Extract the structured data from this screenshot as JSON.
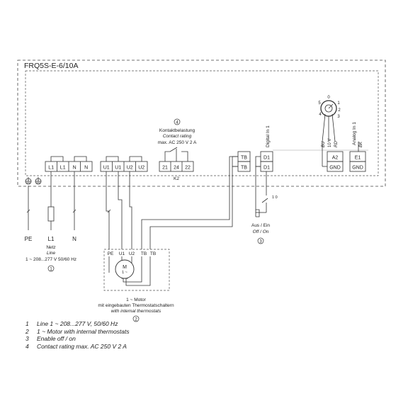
{
  "device": {
    "model": "FRQ5S-E-6/10A",
    "left_terminals": [
      "L1",
      "L1",
      "N",
      "N",
      "U1",
      "U1",
      "U2",
      "U2"
    ],
    "relay": {
      "terminals": [
        "21",
        "24",
        "22"
      ],
      "name": "K2",
      "marker": "4",
      "label_de": "Kontaktbelastung",
      "label_en": "Contact rating",
      "rating": "max. AC 250 V 2 A"
    },
    "tb_terminals": [
      "TB",
      "TB"
    ],
    "digital_terminals": [
      "D1",
      "D1"
    ],
    "digital_label": "Digital In 1",
    "pot_terminals": [
      "A2",
      "GND"
    ],
    "pot_wires": [
      "BU",
      "10 V",
      "RD"
    ],
    "pot_pins": [
      "0",
      "5",
      "4",
      "1",
      "2",
      "3"
    ],
    "analog_terminals": [
      "E1",
      "GND"
    ],
    "analog_label": "Analog In 1",
    "analog_wire": "BK"
  },
  "supply": {
    "labels": [
      "PE",
      "L1",
      "N"
    ],
    "title_de": "Netz",
    "title_en": "Line",
    "spec": "1 ~ 208...277 V 50/60 Hz",
    "marker": "1"
  },
  "motor": {
    "terminals": [
      "PE",
      "U1",
      "U2",
      "TB",
      "TB"
    ],
    "symbol": "M",
    "phase": "1 ~",
    "title_en": "1 ~ Motor",
    "title_de": "mit eingebauten Thermostatschaltern",
    "title_en2": "with internal thermostats",
    "marker": "2"
  },
  "switch": {
    "label_de": "Aus / Ein",
    "label_en": "Off / On",
    "marker": "3",
    "positions": "1 0"
  },
  "legend": [
    {
      "num": "1",
      "text": "Line 1 ~ 208...277 V, 50/60 Hz"
    },
    {
      "num": "2",
      "text": "1 ~ Motor with internal thermostats"
    },
    {
      "num": "3",
      "text": "Enable off / on"
    },
    {
      "num": "4",
      "text": "Contact rating max. AC 250 V 2 A"
    }
  ]
}
